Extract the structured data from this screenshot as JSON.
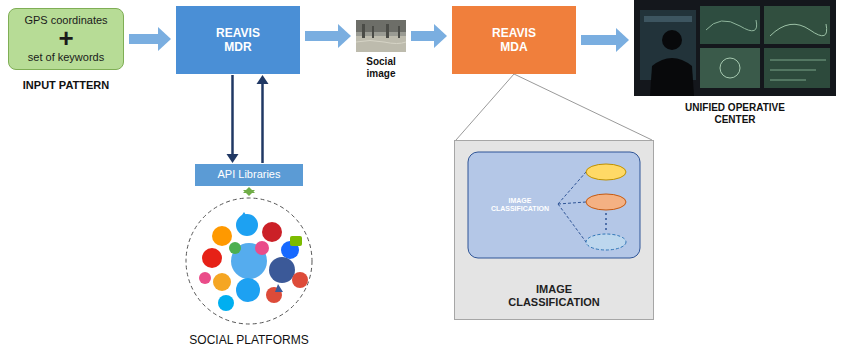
{
  "diagram": {
    "nodes": [
      {
        "text": [
          "GPS coordinates",
          "+",
          "set of keywords",
          "INPUT PATTERN"
        ]
      },
      {
        "text": [
          "REAVIS MDR"
        ]
      },
      {
        "text": [
          "API Libraries"
        ]
      },
      {
        "text": [
          "SOCIAL PLATFORMS"
        ]
      },
      {
        "text": [
          "Social image"
        ]
      },
      {
        "text": [
          "REAVIS MDA"
        ]
      },
      {
        "text": [
          "IMAGE CLASSIFICATION"
        ]
      },
      {
        "text": [
          "IMAGE CLASSIFICATION"
        ],
        "in": 6
      },
      {
        "text": [
          "UNIFIED OPERATIVE CENTER"
        ]
      }
    ],
    "edges": [
      {
        "from": 0,
        "to": 1,
        "arrow": "to"
      },
      {
        "from": 1,
        "to": 2,
        "arrow": "to"
      },
      {
        "from": 2,
        "to": 1,
        "arrow": "to"
      },
      {
        "from": 2,
        "to": 3,
        "arrow": "both"
      },
      {
        "from": 1,
        "to": 4,
        "arrow": "to"
      },
      {
        "from": 4,
        "to": 5,
        "arrow": "to"
      },
      {
        "from": 5,
        "to": 8,
        "arrow": "to"
      },
      {
        "from": 5,
        "to": 6,
        "arrow": "none"
      }
    ]
  }
}
